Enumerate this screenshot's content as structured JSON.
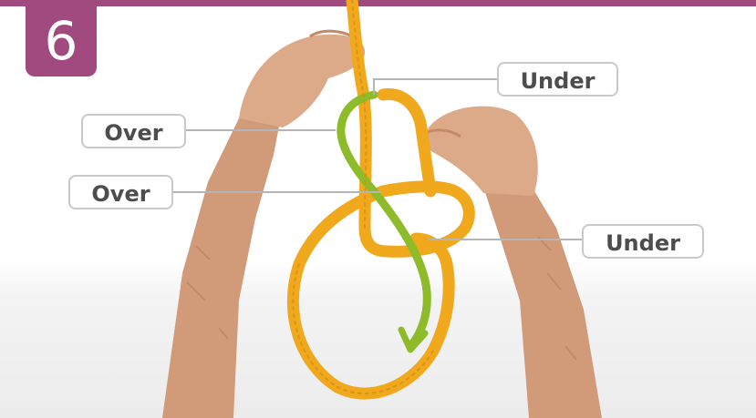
{
  "step_number": "6",
  "labels": {
    "under_top": "Under",
    "over_top": "Over",
    "over_middle": "Over",
    "under_right": "Under"
  },
  "colors": {
    "accent": "#a04a80",
    "rope": "#f0a81c",
    "rope_highlight": "#8dbb2a",
    "skin": "#d9a07f"
  },
  "icons": [
    "rope-illustration",
    "hand-left",
    "hand-right",
    "direction-arrow-icon"
  ]
}
